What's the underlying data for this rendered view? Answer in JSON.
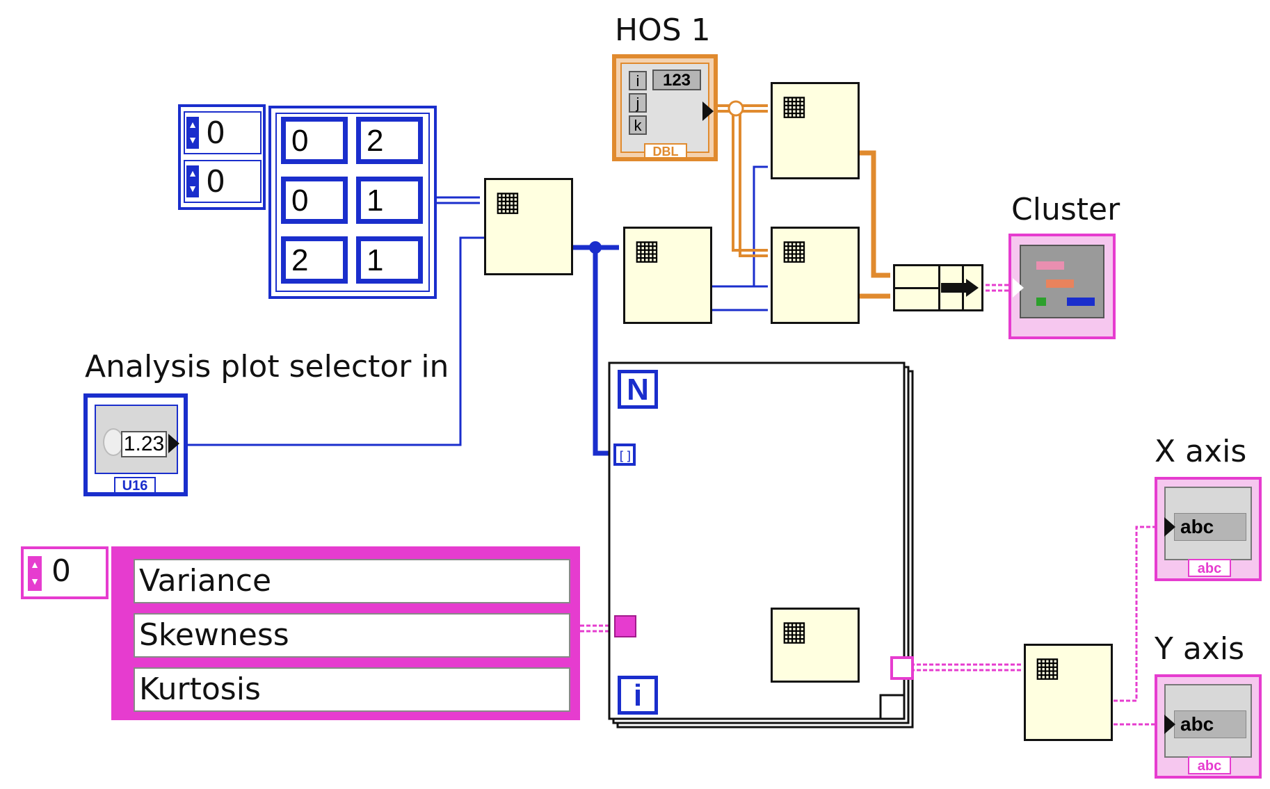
{
  "labels": {
    "hos": "HOS 1",
    "cluster": "Cluster",
    "analysis": "Analysis plot selector in",
    "x_axis": "X axis",
    "y_axis": "Y axis"
  },
  "index_array": {
    "indices": [
      "0",
      "0"
    ],
    "values": [
      "0",
      "2",
      "0",
      "1",
      "2",
      "1"
    ]
  },
  "hos_terminal": {
    "index_labels": [
      "i",
      "j",
      "k"
    ],
    "value": "123",
    "type": "DBL"
  },
  "analysis_control": {
    "value": "1.23",
    "type": "U16"
  },
  "string_array": {
    "index": "0",
    "items": [
      "Variance",
      "Skewness",
      "Kurtosis"
    ]
  },
  "for_loop": {
    "count": "N",
    "iteration": "i",
    "tunnel": "[]"
  },
  "indicators": {
    "string_glyph": "abc",
    "string_type": "abc"
  },
  "colors": {
    "int_wire": "#1a2ecc",
    "dbl_wire": "#e08a2e",
    "string_wire": "#e63ccf",
    "node_bg": "#ffffe0"
  }
}
